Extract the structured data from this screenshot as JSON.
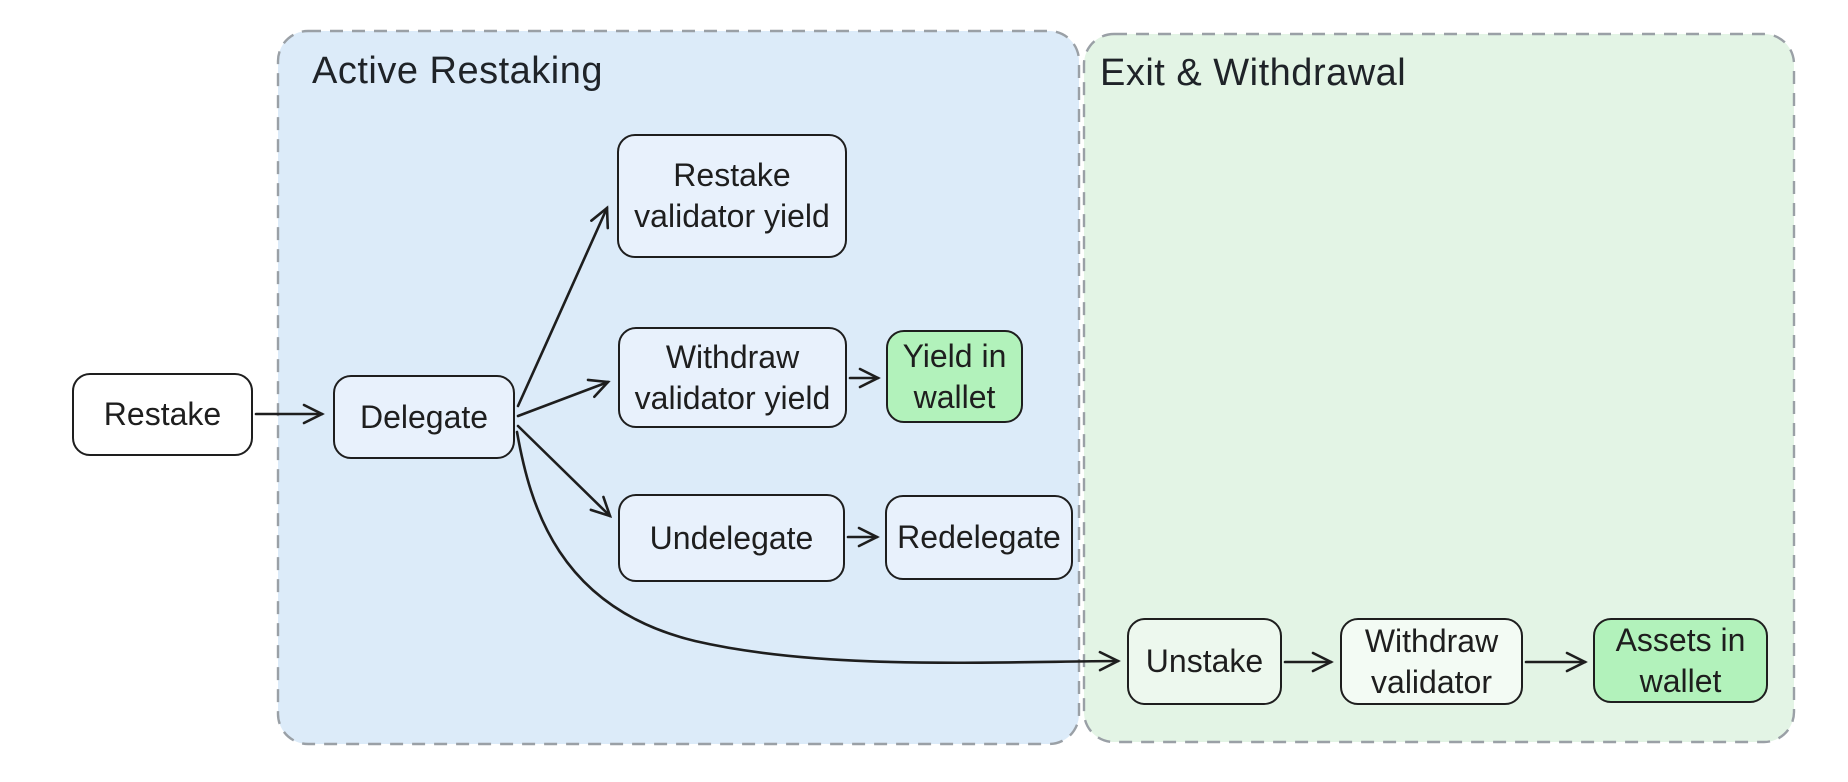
{
  "diagram": {
    "background": "#ffffff",
    "stroke_color": "#1e1e1e",
    "region_border_color": "#9aa0a6"
  },
  "regions": {
    "active_restaking": {
      "title": "Active Restaking",
      "fill": "#dcebf9"
    },
    "exit_withdrawal": {
      "title": "Exit & Withdrawal",
      "fill": "#e3f4e5"
    }
  },
  "nodes": {
    "restake": {
      "label": "Restake",
      "fill": "#ffffff"
    },
    "delegate": {
      "label": "Delegate",
      "fill": "#e8f1fc"
    },
    "restake_validator_yield": {
      "label": "Restake\nvalidator yield",
      "fill": "#e8f1fc"
    },
    "withdraw_validator_yield": {
      "label": "Withdraw\nvalidator yield",
      "fill": "#e8f1fc"
    },
    "yield_in_wallet": {
      "label": "Yield in\nwallet",
      "fill": "#b2f2bb"
    },
    "undelegate": {
      "label": "Undelegate",
      "fill": "#e8f1fc"
    },
    "redelegate": {
      "label": "Redelegate",
      "fill": "#e8f1fc"
    },
    "unstake": {
      "label": "Unstake",
      "fill": "#edf8ee"
    },
    "withdraw_validator": {
      "label": "Withdraw\nvalidator",
      "fill": "#f3fbf4"
    },
    "assets_in_wallet": {
      "label": "Assets in\nwallet",
      "fill": "#b2f2bb"
    }
  },
  "edges": [
    {
      "from": "Restake",
      "to": "Delegate"
    },
    {
      "from": "Delegate",
      "to": "Restake validator yield"
    },
    {
      "from": "Delegate",
      "to": "Withdraw validator yield"
    },
    {
      "from": "Delegate",
      "to": "Undelegate"
    },
    {
      "from": "Delegate",
      "to": "Unstake"
    },
    {
      "from": "Withdraw validator yield",
      "to": "Yield in wallet"
    },
    {
      "from": "Undelegate",
      "to": "Redelegate"
    },
    {
      "from": "Unstake",
      "to": "Withdraw validator"
    },
    {
      "from": "Withdraw validator",
      "to": "Assets in wallet"
    }
  ]
}
